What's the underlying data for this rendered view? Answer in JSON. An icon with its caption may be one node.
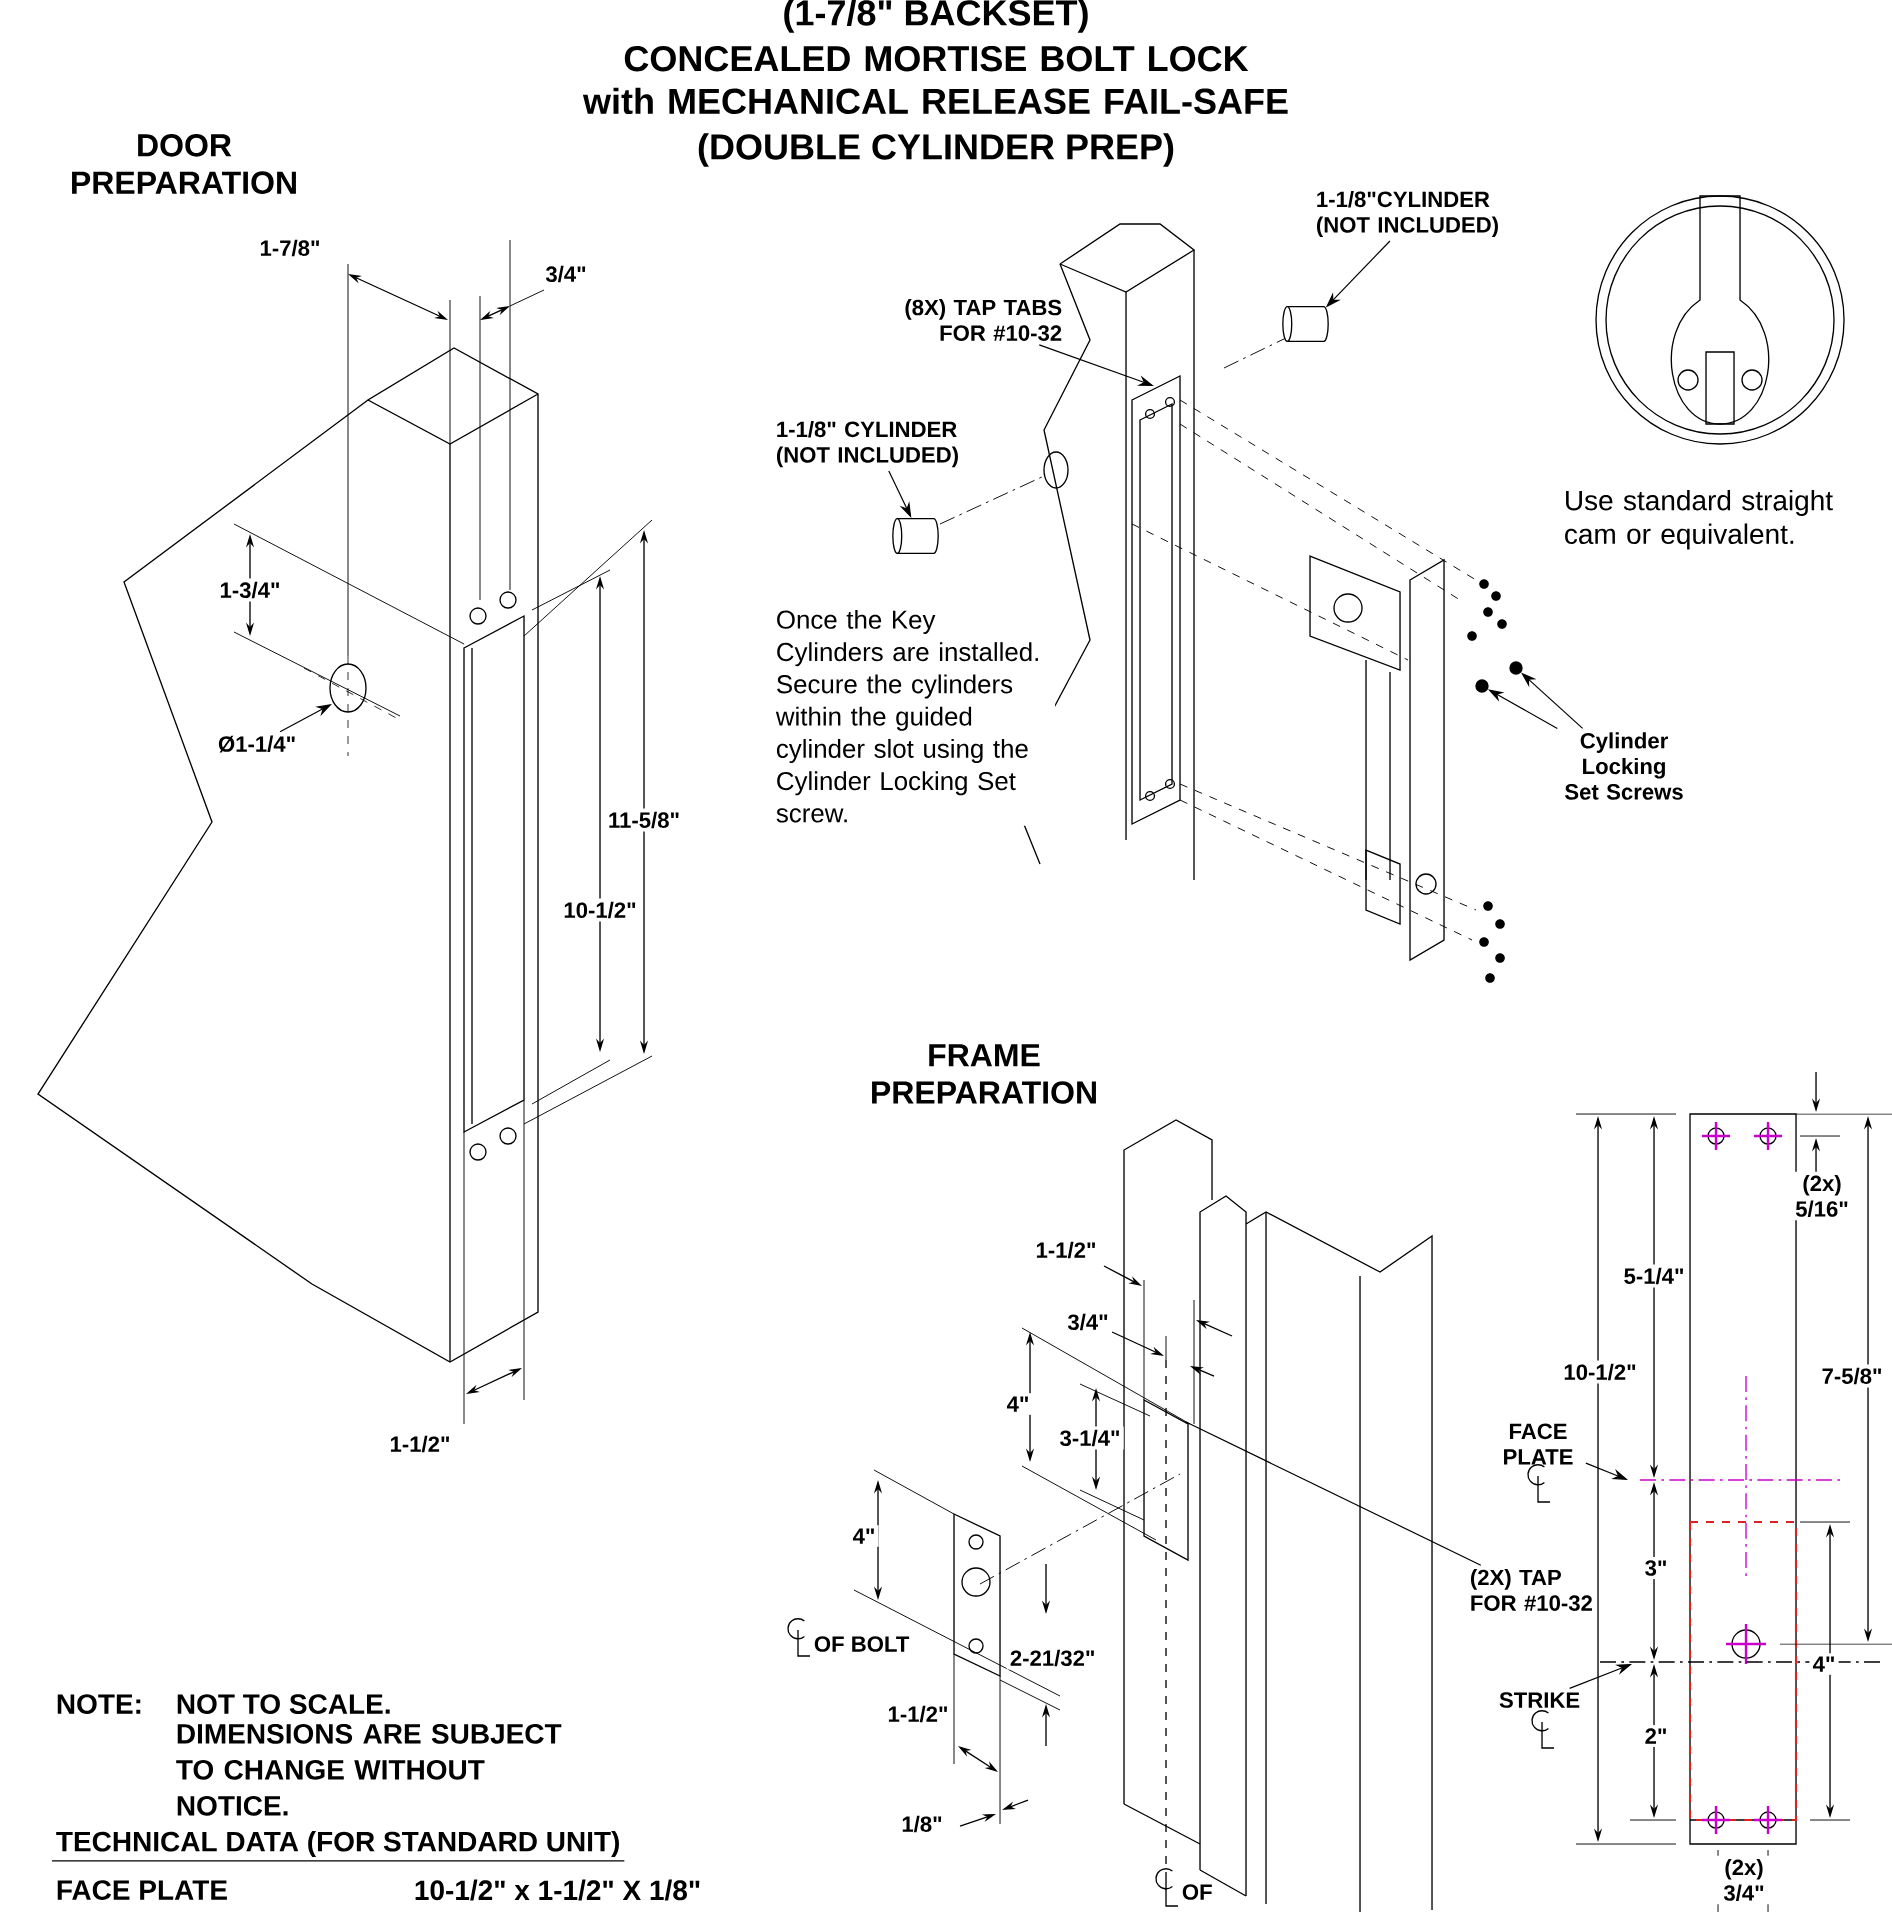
{
  "diagram": {
    "title": "CONCEALED MORTISE BOLT LOCK with MECHANICAL RELEASE FAIL-SAFE",
    "nodes": [
      {
        "text": [
          "1-1/8\"CYLINDER (NOT INCLUDED)"
        ]
      },
      {
        "text": [],
        "shape": "cylinder"
      },
      {
        "text": [
          "1-1/8\" CYLINDER (NOT INCLUDED)"
        ]
      },
      {
        "text": [],
        "shape": "cylinder"
      },
      {
        "text": [
          "(8X) TAP TABS FOR #10-32"
        ]
      },
      {
        "text": [
          "Ø1-1/4\""
        ]
      },
      {
        "text": [
          "Cylinder Locking Set Screws"
        ]
      },
      {
        "text": [
          "(2X) TAP FOR #10-32"
        ]
      },
      {
        "text": [
          "FACE PLATE"
        ]
      },
      {
        "text": [
          "STRIKE"
        ]
      },
      {
        "text": [],
        "shape": "circle"
      },
      {
        "text": [],
        "shape": "circle"
      }
    ],
    "edges": [
      {
        "from": 0,
        "to": 1,
        "arrow": "to"
      },
      {
        "from": 2,
        "to": 3,
        "arrow": "to"
      },
      {
        "from": 4,
        "to": null,
        "arrow": "to"
      },
      {
        "from": 5,
        "to": null,
        "arrow": "to"
      },
      {
        "from": 6,
        "to": 10,
        "arrow": "to"
      },
      {
        "from": 6,
        "to": 11,
        "arrow": "to"
      },
      {
        "from": 7,
        "to": null,
        "arrow": "none"
      },
      {
        "from": 8,
        "to": null,
        "arrow": "to"
      },
      {
        "from": 9,
        "to": null,
        "arrow": "to"
      }
    ],
    "labels": [
      "(1-7/8\" BACKSET)",
      "(DOUBLE CYLINDER PREP)",
      "DOOR PREPARATION",
      "1-7/8\"",
      "3/4\"",
      "1-3/4\"",
      "11-5/8\"",
      "10-1/2\"",
      "1-1/2\"",
      "Once the Key Cylinders are installed.  Secure the cylinders within the guided cylinder slot using the Cylinder Locking Set screw.",
      "Use standard straight cam or equivalent.",
      "FRAME PREPARATION",
      "1-1/2\"",
      "3/4\"",
      "4\"",
      "3-1/4\"",
      "4\"",
      "OF BOLT",
      "2-21/32\"",
      "1-1/2\"",
      "1/8\"",
      "OF",
      "(2x) 5/16\"",
      "5-1/4\"",
      "10-1/2\"",
      "7-5/8\"",
      "3\"",
      "4\"",
      "2\"",
      "(2x) 3/4\"",
      "NOTE:",
      "NOT TO SCALE.",
      "DIMENSIONS ARE SUBJECT TO CHANGE WITHOUT NOTICE.",
      "TECHNICAL DATA (FOR STANDARD UNIT)",
      "FACE PLATE",
      "10-1/2\" x 1-1/2\" X 1/8\""
    ]
  }
}
